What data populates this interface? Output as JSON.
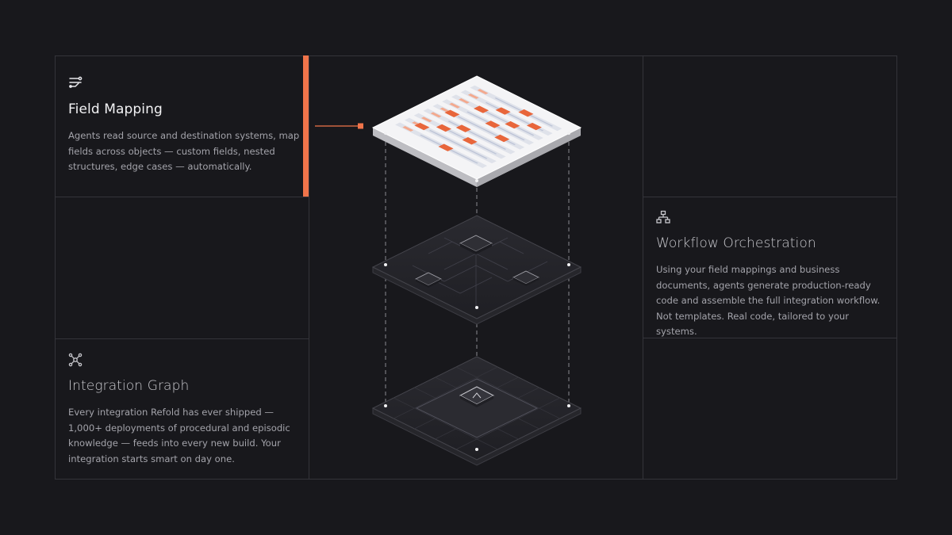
{
  "colors": {
    "background": "#18181c",
    "grid_line": "#34343a",
    "accent": "#f0744a",
    "accent_dark": "#e8663b",
    "heading": "#f2f2f4",
    "text": "#a3a3aa"
  },
  "features": [
    {
      "icon": "field-mapping-icon",
      "title": "Field Mapping",
      "description": "Agents read source and destination systems, map fields across objects — custom fields, nested structures, edge cases — automatically.",
      "active": true
    },
    {
      "icon": "workflow-network-icon",
      "title": "Workflow Orchestration",
      "description": "Using your field mappings and business documents, agents generate production-ready code and assemble the full integration workflow. Not templates. Real code, tailored to your systems.",
      "active": false
    },
    {
      "icon": "graph-nodes-icon",
      "title": "Integration Graph",
      "description": "Every integration Refold has ever shipped — 1,000+ deployments of procedural and episodic knowledge — feeds into every new build. Your integration starts smart on day one.",
      "active": false
    }
  ],
  "diagram": {
    "layers": [
      "field-mapping-layer",
      "workflow-layer",
      "integration-graph-layer"
    ],
    "active_layer": "field-mapping-layer"
  }
}
